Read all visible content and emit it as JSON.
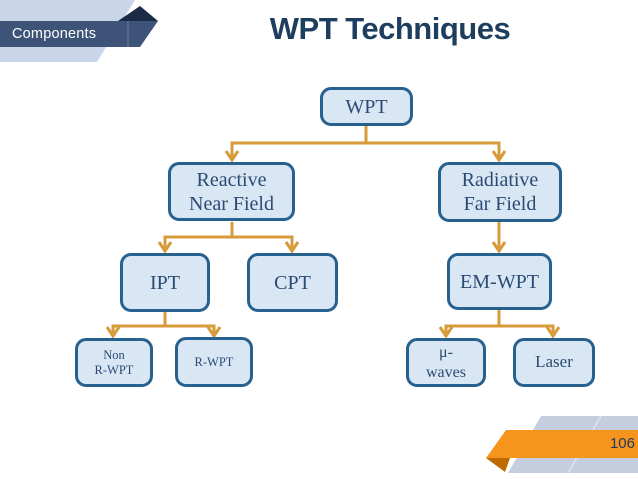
{
  "slide": {
    "tab_label": "Components",
    "title": "WPT Techniques",
    "page_number": "106"
  },
  "diagram": {
    "type": "tree",
    "nodes": [
      {
        "id": "wpt",
        "label": "WPT",
        "parent": null
      },
      {
        "id": "reactive",
        "label": "Reactive\nNear Field",
        "parent": "wpt"
      },
      {
        "id": "radiative",
        "label": "Radiative\nFar Field",
        "parent": "wpt"
      },
      {
        "id": "ipt",
        "label": "IPT",
        "parent": "reactive"
      },
      {
        "id": "cpt",
        "label": "CPT",
        "parent": "reactive"
      },
      {
        "id": "em_wpt",
        "label": "EM-WPT",
        "parent": "radiative"
      },
      {
        "id": "non_r_wpt",
        "label": "Non\nR-WPT",
        "parent": "ipt"
      },
      {
        "id": "r_wpt",
        "label": "R-WPT",
        "parent": "ipt"
      },
      {
        "id": "microwaves",
        "label": "μ-\nwaves",
        "parent": "em_wpt"
      },
      {
        "id": "laser",
        "label": "Laser",
        "parent": "em_wpt"
      }
    ]
  },
  "colors": {
    "connector_orange": "#d79b3b",
    "footer_banner_orange": "#f7941e",
    "footer_fold_orange": "#be6a00",
    "node_fill": "#d9e7f4",
    "node_border": "#27618f",
    "node_text": "#2b4a73",
    "header_ribbon_navy": "#3d5478",
    "header_fold_navy": "#1b2b47",
    "header_light_blue": "#c9d5e9",
    "footer_band_blue": "#c4cede",
    "title_text": "#1e3e60"
  }
}
